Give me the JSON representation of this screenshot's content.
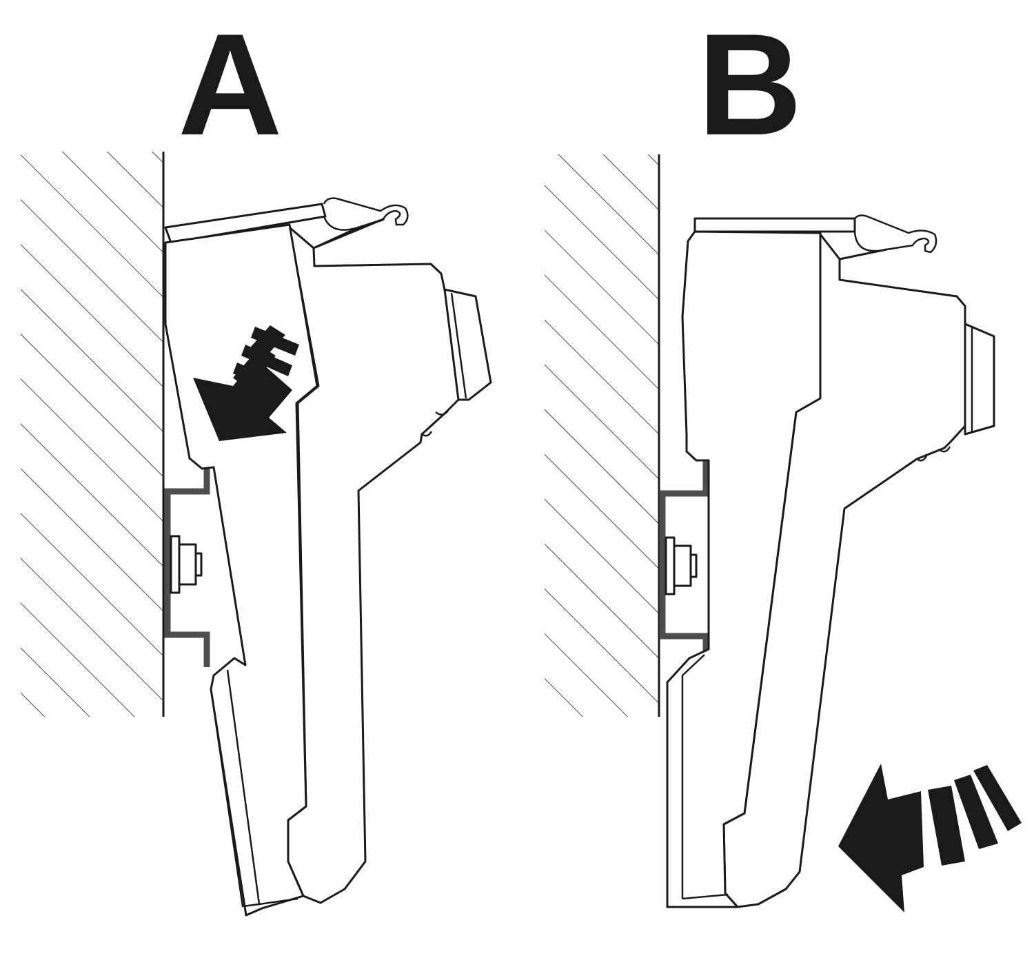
{
  "panels": [
    {
      "id": "A",
      "label": "A"
    },
    {
      "id": "B",
      "label": "B"
    }
  ],
  "colors": {
    "line": "#1a1a1a",
    "rail": "#4d4d4d",
    "background": "#ffffff"
  },
  "icons": {
    "panel_a_arrow": "arrow-down-left-icon",
    "panel_b_arrow": "arrow-left-icon"
  }
}
